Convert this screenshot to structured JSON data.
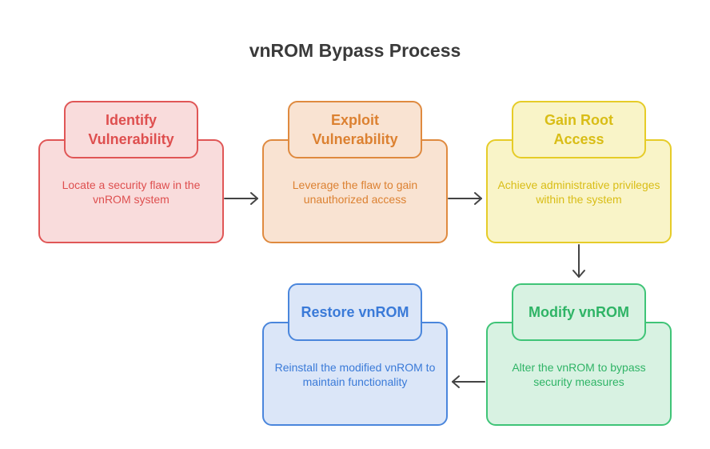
{
  "title": "vnROM Bypass Process",
  "steps": [
    {
      "heading": "Identify Vulnerability",
      "description": "Locate a security flaw in the vnROM system",
      "fill": "#f9dcdc",
      "stroke": "#e05656",
      "text": "#de4f4f"
    },
    {
      "heading": "Exploit Vulnerability",
      "description": "Leverage the flaw to gain unauthorized access",
      "fill": "#f9e3d2",
      "stroke": "#df8a3f",
      "text": "#dc8131"
    },
    {
      "heading": "Gain Root Access",
      "description": "Achieve administrative privileges within the system",
      "fill": "#f9f4c8",
      "stroke": "#e6cc28",
      "text": "#d9bd16"
    },
    {
      "heading": "Modify vnROM",
      "description": "Alter the vnROM to bypass security measures",
      "fill": "#d8f2e2",
      "stroke": "#3fc477",
      "text": "#2fb466"
    },
    {
      "heading": "Restore vnROM",
      "description": "Reinstall the modified vnROM to maintain functionality",
      "fill": "#dbe6f8",
      "stroke": "#4a86dc",
      "text": "#3a7ad8"
    }
  ]
}
